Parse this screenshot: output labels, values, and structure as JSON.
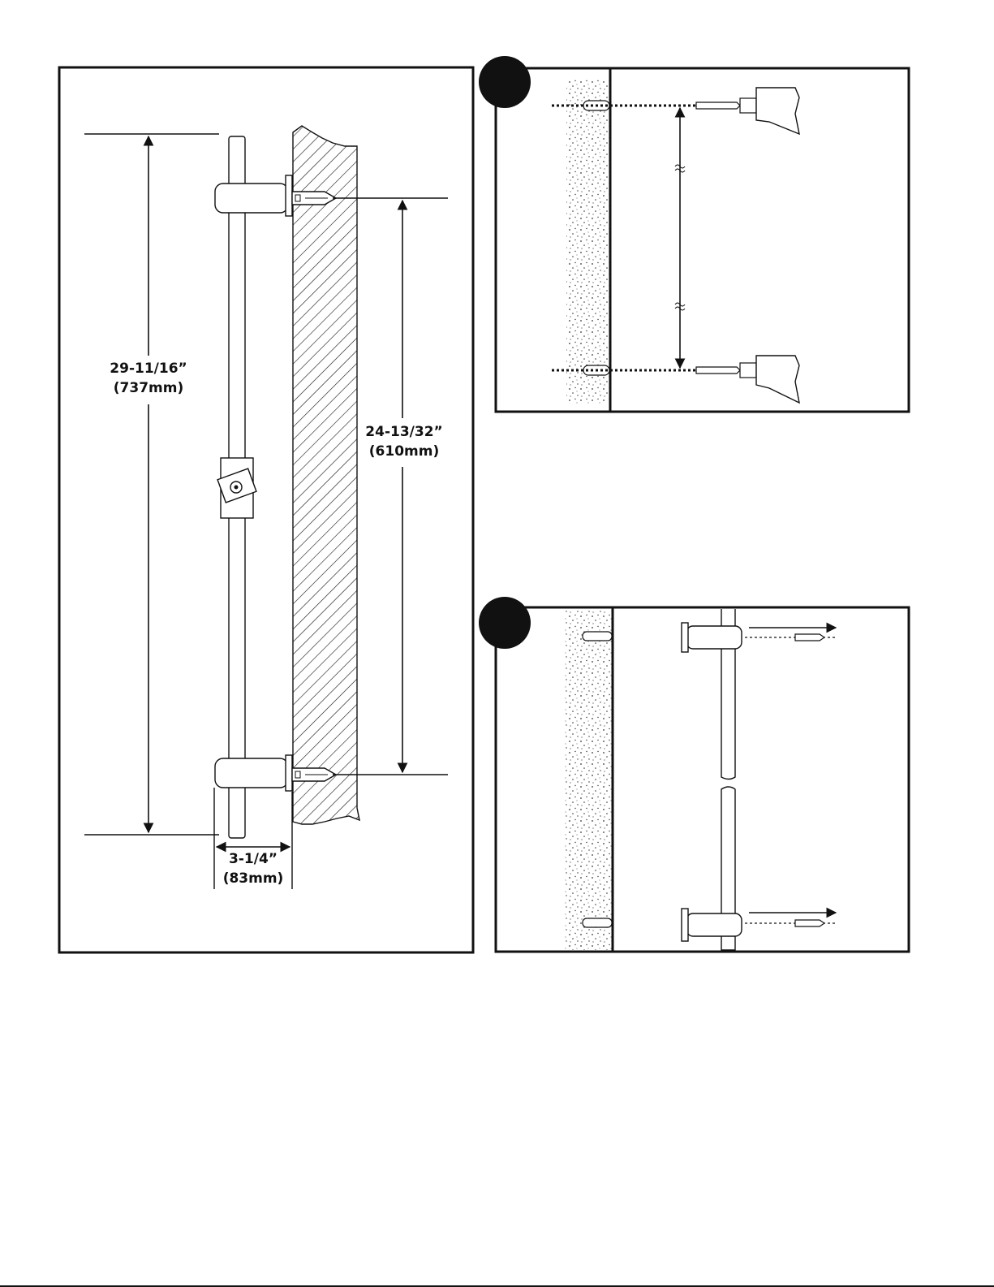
{
  "dimensions": {
    "total_length": {
      "imperial": "29-11/16”",
      "metric": "(737mm)"
    },
    "center_to_center": {
      "imperial": "24-13/32”",
      "metric": "(610mm)"
    },
    "projection": {
      "imperial": "3-1/4”",
      "metric": "(83mm)"
    }
  },
  "colors": {
    "ink": "#111111",
    "paper": "#ffffff"
  },
  "icons": [
    "drill-icon",
    "wall-anchor-icon",
    "screw-icon",
    "grab-bar-icon",
    "step-badge-icon"
  ]
}
